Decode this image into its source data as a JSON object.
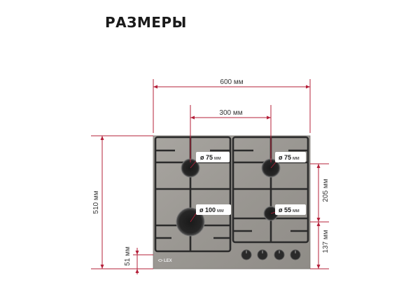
{
  "title": "РАЗМЕРЫ",
  "dimensions": {
    "width_total": "600 мм",
    "width_half": "300 мм",
    "height_total": "510 мм",
    "height_front": "51 мм",
    "right_upper": "205 мм",
    "right_lower": "137 мм"
  },
  "burners": [
    {
      "diameter": "ø 75",
      "unit": "мм"
    },
    {
      "diameter": "ø 75",
      "unit": "мм"
    },
    {
      "diameter": "ø 100",
      "unit": "мм"
    },
    {
      "diameter": "ø 55",
      "unit": "мм"
    }
  ],
  "brand": "LEX",
  "colors": {
    "dimension_line": "#b5203a",
    "panel": "#9c9994",
    "grate": "#2b2b2b"
  }
}
